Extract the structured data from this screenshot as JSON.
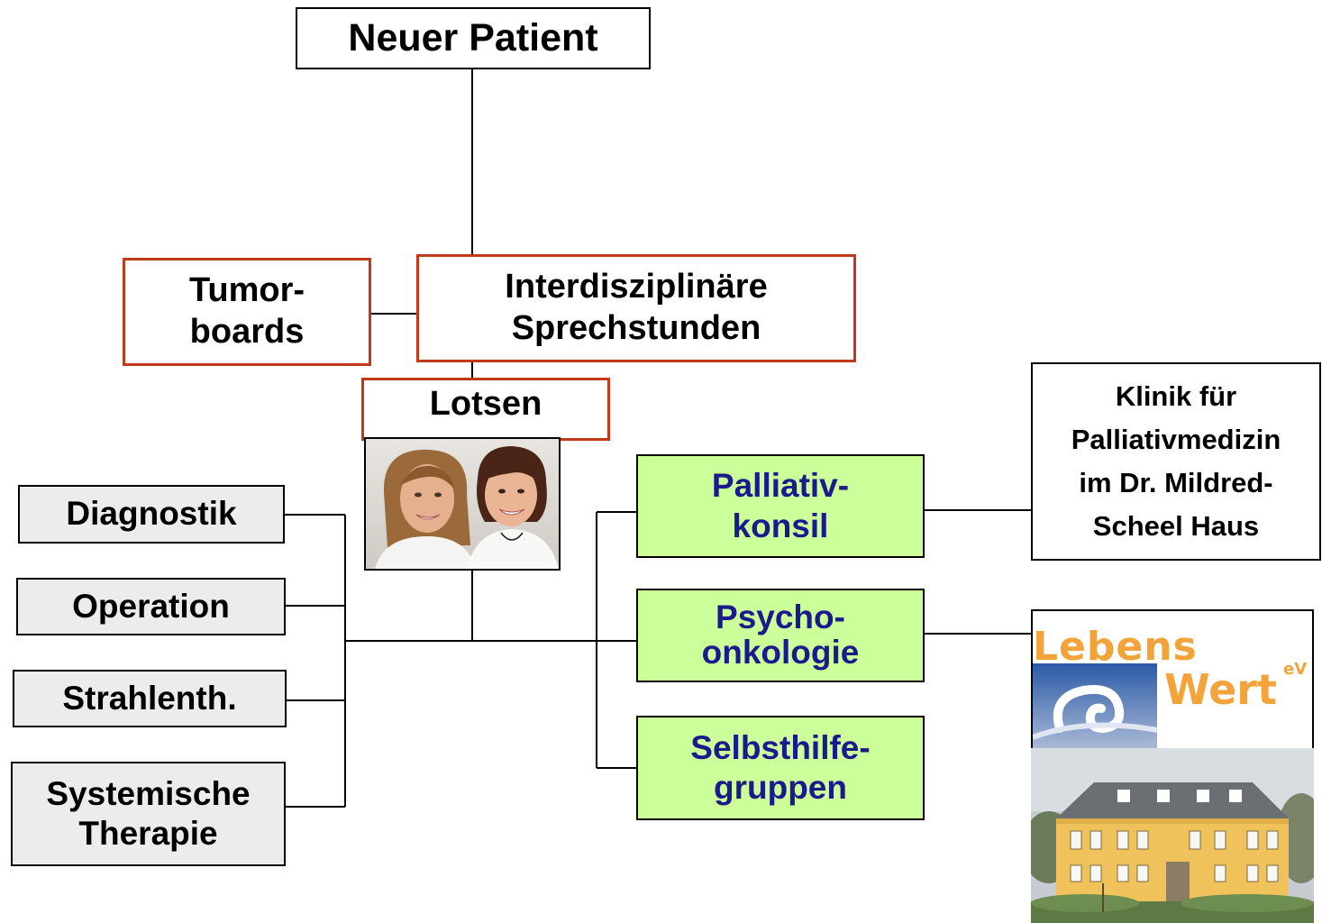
{
  "nodes": {
    "neuer_patient": "Neuer Patient",
    "tumorboards": "Tumor-\nboards",
    "sprechstunden": "Interdisziplinäre\nSprechstunden",
    "lotsen": "Lotsen",
    "diagnostik": "Diagnostik",
    "operation": "Operation",
    "strahlenth": "Strahlenth.",
    "systemische": "Systemische\nTherapie",
    "palliativ": "Palliativ-\nkonsil",
    "psycho": "Psycho-\nonkologie",
    "selbsthilfe": "Selbsthilfe-\ngruppen",
    "klinik": "Klinik für\nPalliativmedizin\nim Dr. Mildred-\nScheel Haus"
  },
  "logo": {
    "line1": "Lebens",
    "line2": "Wert",
    "suffix": "eV"
  },
  "colors": {
    "red_border": "#c0391b",
    "green_fill": "#ccff99",
    "green_text": "#1a1a8c",
    "grey_fill": "#ececec",
    "logo_orange": "#f2a33a",
    "logo_blue": "#1c4f9c"
  }
}
